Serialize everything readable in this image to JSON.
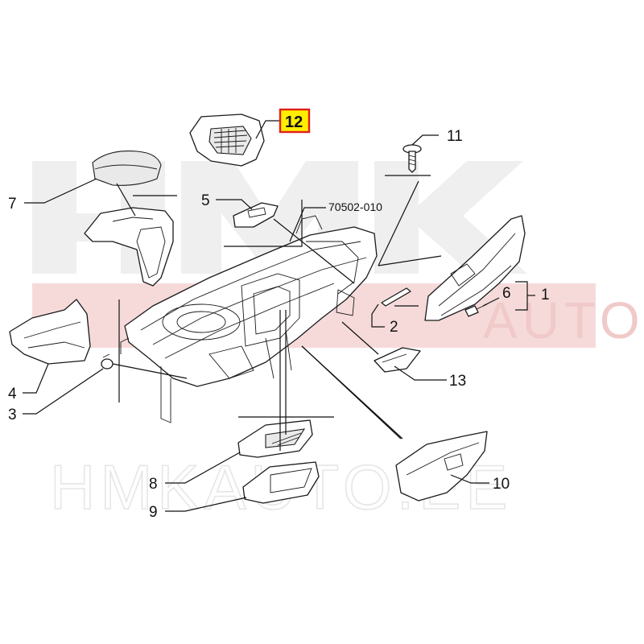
{
  "watermark": {
    "logo_text": "HMK",
    "logo_sub": "AUTO",
    "site_text": "HMKAUTO.EE"
  },
  "reference_number": "70502-010",
  "callouts": {
    "c1": "1",
    "c2": "2",
    "c3": "3",
    "c4": "4",
    "c5": "5",
    "c6": "6",
    "c7": "7",
    "c8": "8",
    "c9": "9",
    "c10": "10",
    "c11": "11",
    "c12": "12",
    "c13": "13"
  },
  "highlighted_callout": "12",
  "colors": {
    "highlight_fill": "#ffee00",
    "highlight_border": "#e0201a",
    "line": "#1a1a1a",
    "watermark": "#e6e6e6"
  }
}
